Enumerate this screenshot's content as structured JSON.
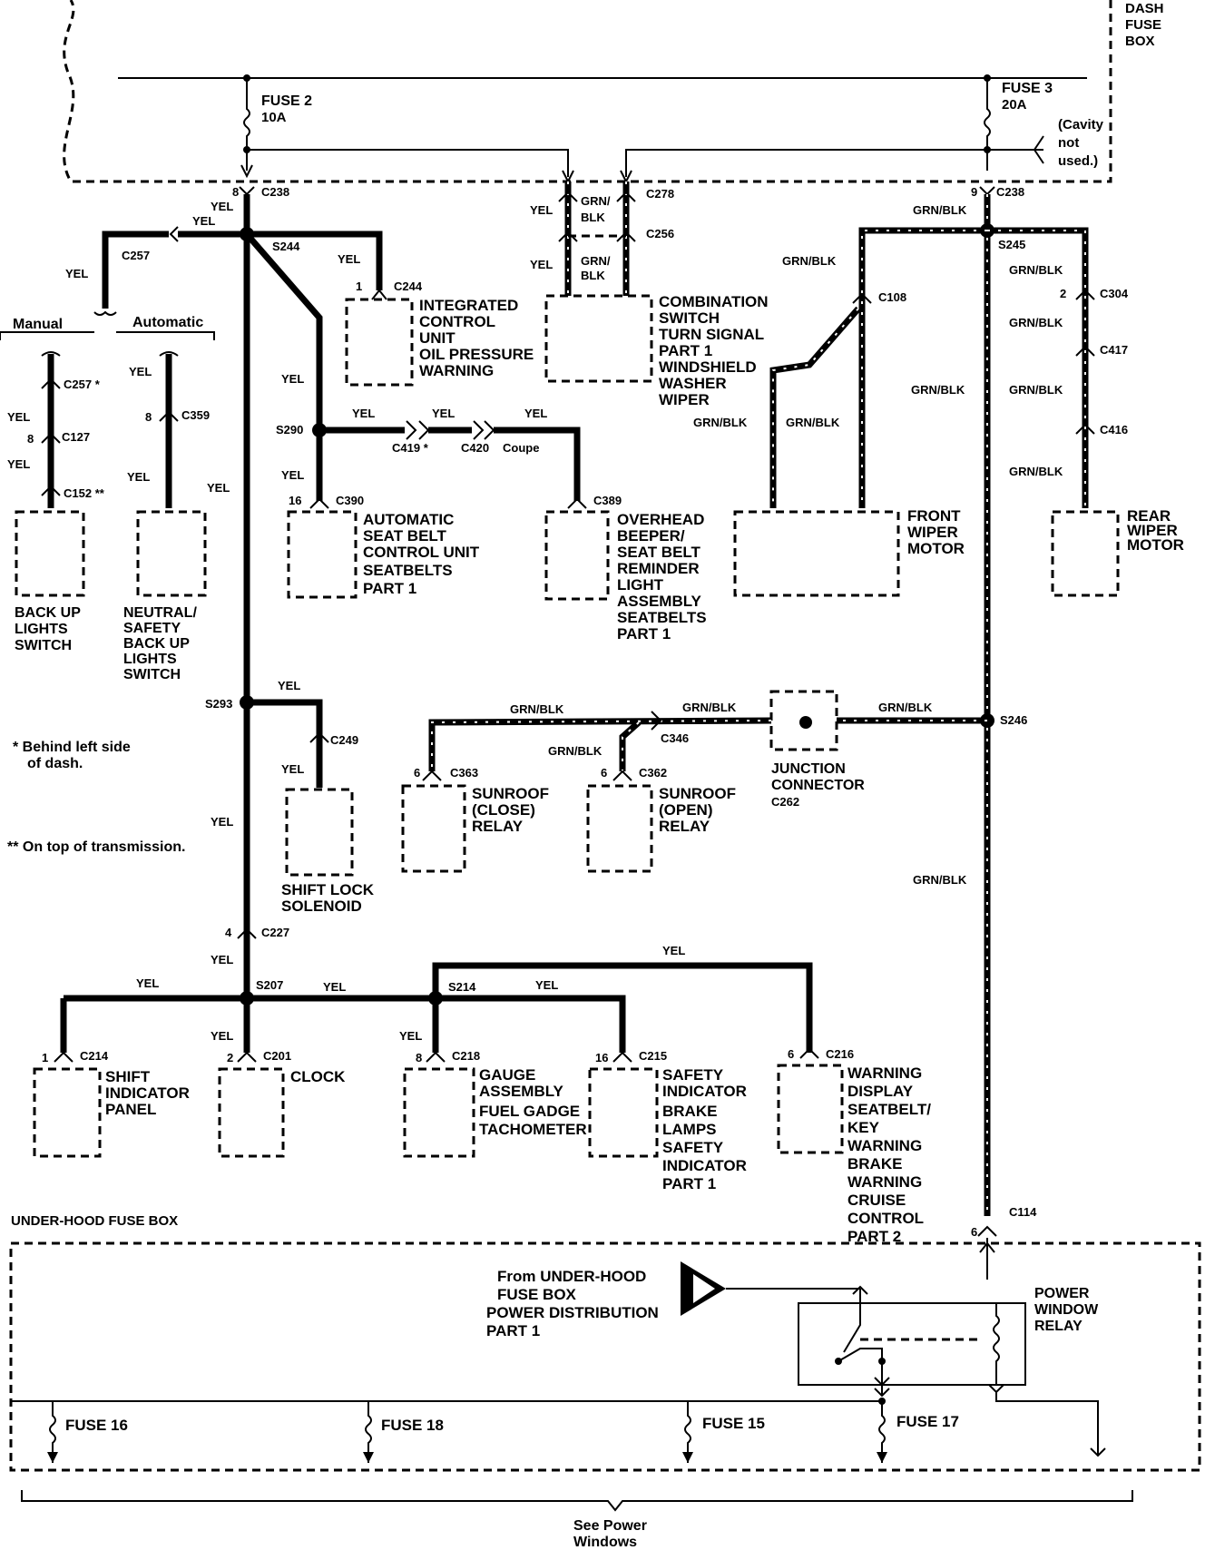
{
  "dash_fuse_box": [
    "DASH",
    "FUSE",
    "BOX"
  ],
  "fuse2": {
    "name": "FUSE 2",
    "rating": "10A"
  },
  "fuse3": {
    "name": "FUSE 3",
    "rating": "20A"
  },
  "cavity_note": [
    "(Cavity",
    "not",
    "used.)"
  ],
  "connectors": {
    "c238_left": "C238",
    "c238_right": "C238",
    "c278": "C278",
    "c256": "C256",
    "c257": "C257",
    "c257b": "C257",
    "c244": "C244",
    "c359": "C359",
    "c127": "C127",
    "c152": "C152",
    "c108": "C108",
    "c304": "C304",
    "c417": "C417",
    "c416": "C416",
    "c419": "C419",
    "c420": "C420",
    "c390": "C390",
    "c389": "C389",
    "c249": "C249",
    "c346": "C346",
    "c363": "C363",
    "c362": "C362",
    "c262": "C262",
    "c227": "C227",
    "c214": "C214",
    "c201": "C201",
    "c218": "C218",
    "c215": "C215",
    "c216": "C216",
    "c114": "C114"
  },
  "splices": {
    "s244": "S244",
    "s245": "S245",
    "s290": "S290",
    "s293": "S293",
    "s246": "S246",
    "s207": "S207",
    "s214": "S214"
  },
  "pins": {
    "p8a": "8",
    "p9": "9",
    "p1a": "1",
    "p2a": "2",
    "p8b": "8",
    "p8c": "8",
    "p16a": "16",
    "p6a": "6",
    "p6b": "6",
    "p4": "4",
    "p1b": "1",
    "p2b": "2",
    "p8d": "8",
    "p16b": "16",
    "p6c": "6",
    "p6d": "6"
  },
  "wire_colors": {
    "yel": "YEL",
    "grn_blk": "GRN/BLK",
    "grn": "GRN/",
    "blk": "BLK"
  },
  "manual": "Manual",
  "automatic": "Automatic",
  "coupe": "Coupe",
  "components": {
    "icu": [
      "INTEGRATED",
      "CONTROL",
      "UNIT",
      "OIL PRESSURE",
      "WARNING"
    ],
    "combo": [
      "COMBINATION",
      "SWITCH",
      "TURN SIGNAL",
      "PART 1",
      "WINDSHIELD",
      "WASHER",
      "WIPER"
    ],
    "backup": [
      "BACK UP",
      "LIGHTS",
      "SWITCH"
    ],
    "neutral": [
      "NEUTRAL/",
      "SAFETY",
      "BACK UP",
      "LIGHTS",
      "SWITCH"
    ],
    "seatbelt": [
      "AUTOMATIC",
      "SEAT BELT",
      "CONTROL UNIT",
      "SEATBELTS",
      "PART 1"
    ],
    "overhead": [
      "OVERHEAD",
      "BEEPER/",
      "SEAT BELT",
      "REMINDER",
      "LIGHT",
      "ASSEMBLY",
      "SEATBELTS",
      "PART 1"
    ],
    "front_wiper": [
      "FRONT",
      "WIPER",
      "MOTOR"
    ],
    "rear_wiper": [
      "REAR",
      "WIPER",
      "MOTOR"
    ],
    "sunroof_close": [
      "SUNROOF",
      "(CLOSE)",
      "RELAY"
    ],
    "sunroof_open": [
      "SUNROOF",
      "(OPEN)",
      "RELAY"
    ],
    "junction": [
      "JUNCTION",
      "CONNECTOR"
    ],
    "shift_lock": [
      "SHIFT LOCK",
      "SOLENOID"
    ],
    "shift_panel": [
      "SHIFT",
      "INDICATOR",
      "PANEL"
    ],
    "clock": [
      "CLOCK"
    ],
    "gauge": [
      "GAUGE",
      "ASSEMBLY",
      "FUEL GADGE",
      "TACHOMETER"
    ],
    "safety": [
      "SAFETY",
      "INDICATOR",
      "BRAKE",
      "LAMPS",
      "SAFETY",
      "INDICATOR",
      "PART 1"
    ],
    "warning": [
      "WARNING",
      "DISPLAY",
      "SEATBELT/",
      "KEY",
      "WARNING",
      "BRAKE",
      "WARNING",
      "CRUISE",
      "CONTROL",
      "PART 2"
    ],
    "power_window": [
      "POWER",
      "WINDOW",
      "RELAY"
    ]
  },
  "notes": {
    "star": "Behind left side",
    "star2": "of dash.",
    "dstar": "On top of transmission."
  },
  "underhood": "UNDER-HOOD FUSE BOX",
  "from_underhood": [
    "From UNDER-HOOD",
    "FUSE BOX",
    "POWER DISTRIBUTION",
    "PART 1"
  ],
  "fuses_bottom": [
    "FUSE 16",
    "FUSE 18",
    "FUSE 15",
    "FUSE 17"
  ],
  "see_power": [
    "See Power",
    "Windows"
  ]
}
